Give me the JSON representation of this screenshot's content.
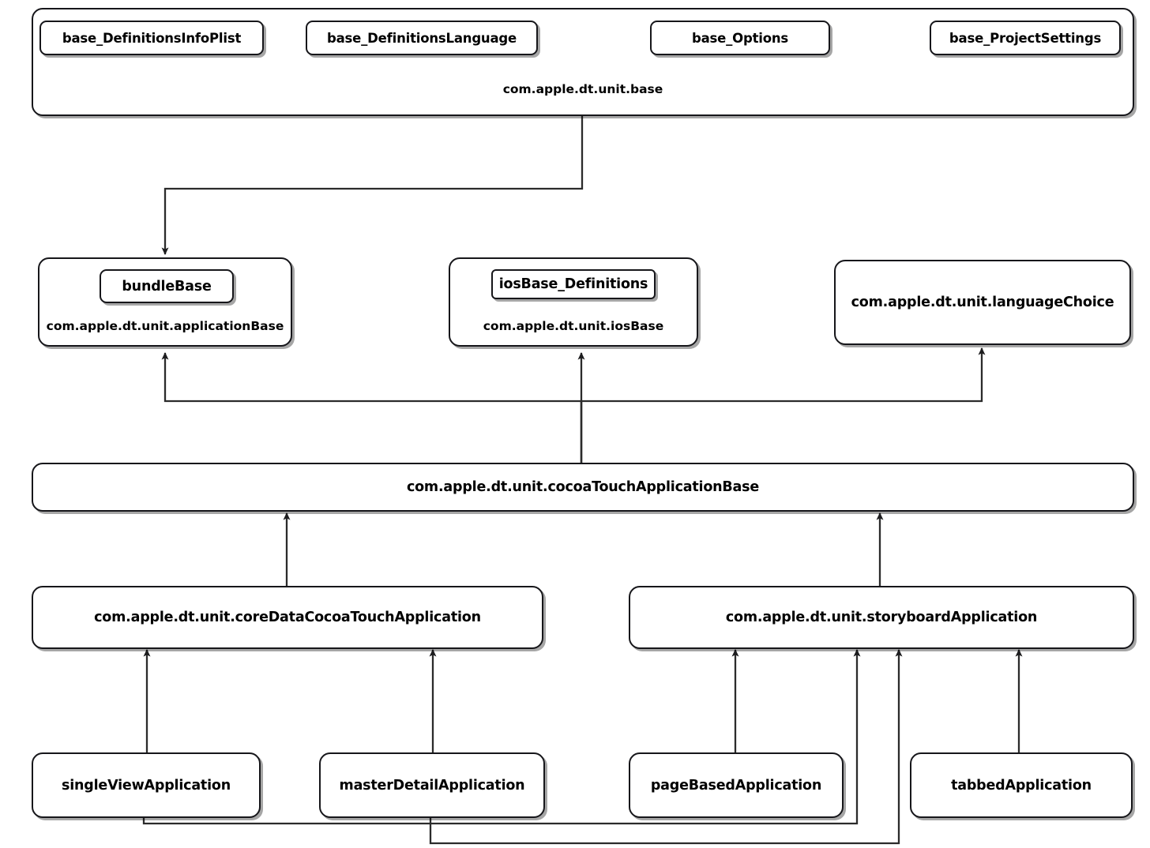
{
  "diagram": {
    "title": "Xcode template unit inheritance diagram",
    "type": "uml-class-hierarchy",
    "background_color": "#ffffff",
    "line_color": "#2b2b2b",
    "border_color": "#16161a"
  },
  "nodes": {
    "base_definitions_infoplist": {
      "label": "base_DefinitionsInfoPlist"
    },
    "base_definitions_language": {
      "label": "base_DefinitionsLanguage"
    },
    "base_options": {
      "label": "base_Options"
    },
    "base_project_settings": {
      "label": "base_ProjectSettings"
    },
    "base_package": {
      "label": "com.apple.dt.unit.base"
    },
    "bundle_base": {
      "label": "bundleBase"
    },
    "application_base": {
      "label": "com.apple.dt.unit.applicationBase"
    },
    "iosbase_definitions": {
      "label": "iosBase_Definitions"
    },
    "ios_base": {
      "label": "com.apple.dt.unit.iosBase"
    },
    "language_choice": {
      "label": "com.apple.dt.unit.languageChoice"
    },
    "cocoa_touch_application_base": {
      "label": "com.apple.dt.unit.cocoaTouchApplicationBase"
    },
    "core_data_cocoa_touch_application": {
      "label": "com.apple.dt.unit.coreDataCocoaTouchApplication"
    },
    "storyboard_application": {
      "label": "com.apple.dt.unit.storyboardApplication"
    },
    "single_view_application": {
      "label": "singleViewApplication"
    },
    "master_detail_application": {
      "label": "masterDetailApplication"
    },
    "page_based_application": {
      "label": "pageBasedApplication"
    },
    "tabbed_application": {
      "label": "tabbedApplication"
    }
  },
  "edges": [
    {
      "from": "base_package",
      "to": "application_base"
    },
    {
      "from": "cocoa_touch_application_base",
      "to": "application_base"
    },
    {
      "from": "cocoa_touch_application_base",
      "to": "ios_base"
    },
    {
      "from": "cocoa_touch_application_base",
      "to": "language_choice"
    },
    {
      "from": "core_data_cocoa_touch_application",
      "to": "cocoa_touch_application_base"
    },
    {
      "from": "storyboard_application",
      "to": "cocoa_touch_application_base"
    },
    {
      "from": "single_view_application",
      "to": "core_data_cocoa_touch_application"
    },
    {
      "from": "master_detail_application",
      "to": "core_data_cocoa_touch_application"
    },
    {
      "from": "page_based_application",
      "to": "storyboard_application"
    },
    {
      "from": "tabbed_application",
      "to": "storyboard_application"
    },
    {
      "from": "single_view_application",
      "to": "storyboard_application"
    },
    {
      "from": "master_detail_application",
      "to": "storyboard_application"
    }
  ]
}
